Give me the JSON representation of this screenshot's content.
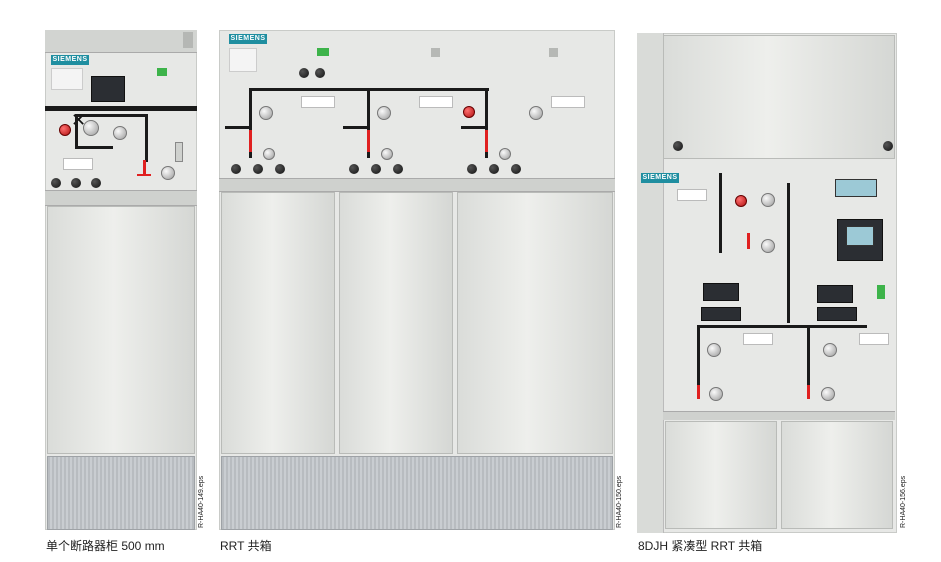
{
  "photos": [
    {
      "caption": "单个断路器柜 500 mm",
      "side_label": "R-HA40-149.eps"
    },
    {
      "caption": "RRT 共箱",
      "side_label": "R-HA40-150.eps"
    },
    {
      "caption": "8DJH 紧凑型 RRT 共箱",
      "side_label": "R-HA40-156.eps"
    }
  ],
  "brand": "SIEMENS",
  "colors": {
    "panel": "#e7e8e6",
    "brand": "#1f8ea0",
    "busbar": "#1a1a1a",
    "earth": "#e02020",
    "plinth": "#c0c4c8"
  }
}
